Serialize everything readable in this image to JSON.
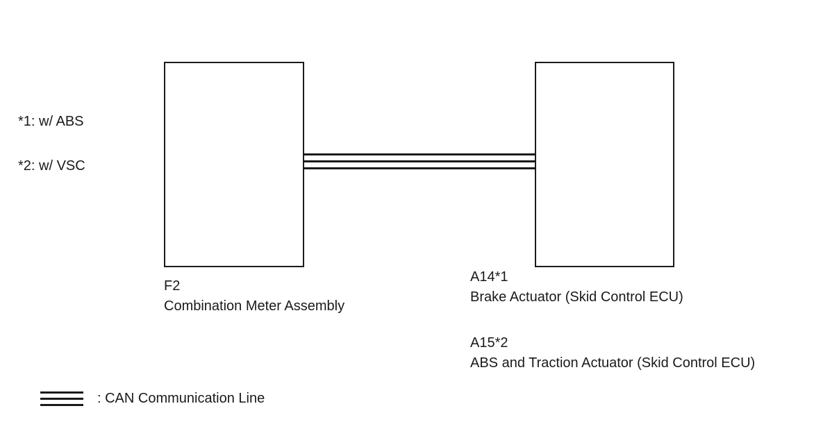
{
  "notes": {
    "note1": "*1: w/ ABS",
    "note2": "*2: w/ VSC"
  },
  "components": {
    "f2": {
      "code": "F2",
      "name": "Combination Meter Assembly"
    },
    "a14": {
      "code": "A14*1",
      "name": "Brake Actuator (Skid Control ECU)"
    },
    "a15": {
      "code": "A15*2",
      "name": "ABS and Traction Actuator (Skid Control ECU)"
    }
  },
  "legend": {
    "text": ": CAN Communication Line"
  }
}
